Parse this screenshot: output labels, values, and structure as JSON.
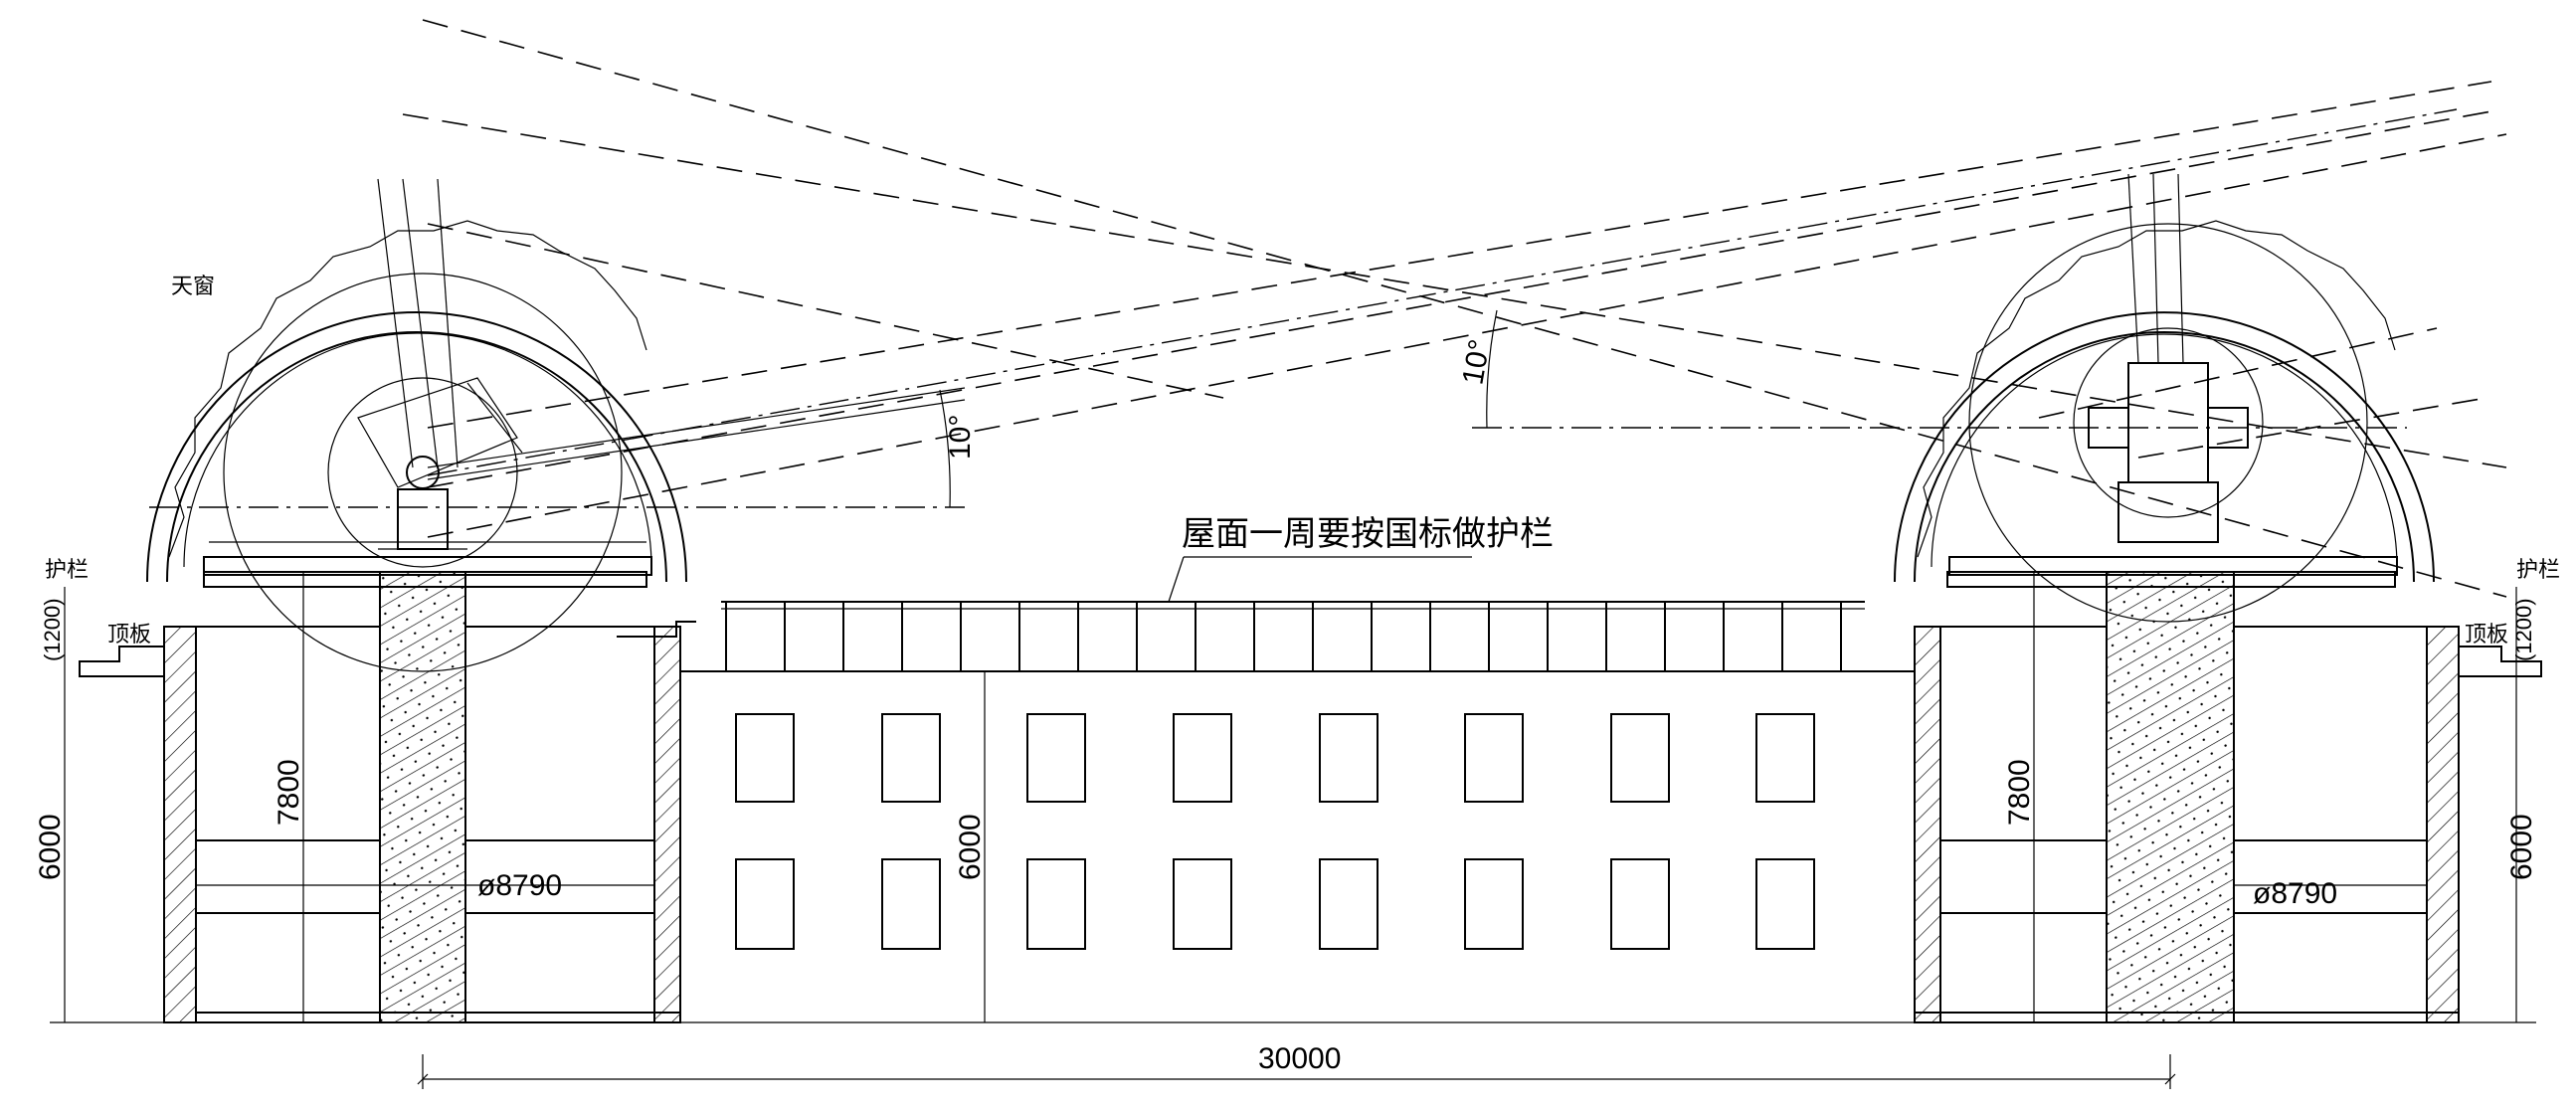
{
  "drawing": {
    "roof_note": "屋面一周要按国标做护栏",
    "total_span": "30000",
    "tilt_angle_left": "10°",
    "tilt_angle_right": "10°",
    "left": {
      "wall_height": "6000",
      "pier_height": "7800",
      "diameter": "ø8790",
      "parapet_height": "(1200)",
      "label_railing": "护栏",
      "label_slab": "顶板",
      "label_dome": "天窗"
    },
    "center": {
      "building_height": "6000"
    },
    "right": {
      "wall_height": "6000",
      "pier_height": "7800",
      "diameter": "ø8790",
      "parapet_height": "(1200)",
      "label_railing": "护栏",
      "label_slab": "顶板"
    }
  },
  "colors": {
    "line": "#000000",
    "background": "#ffffff"
  }
}
